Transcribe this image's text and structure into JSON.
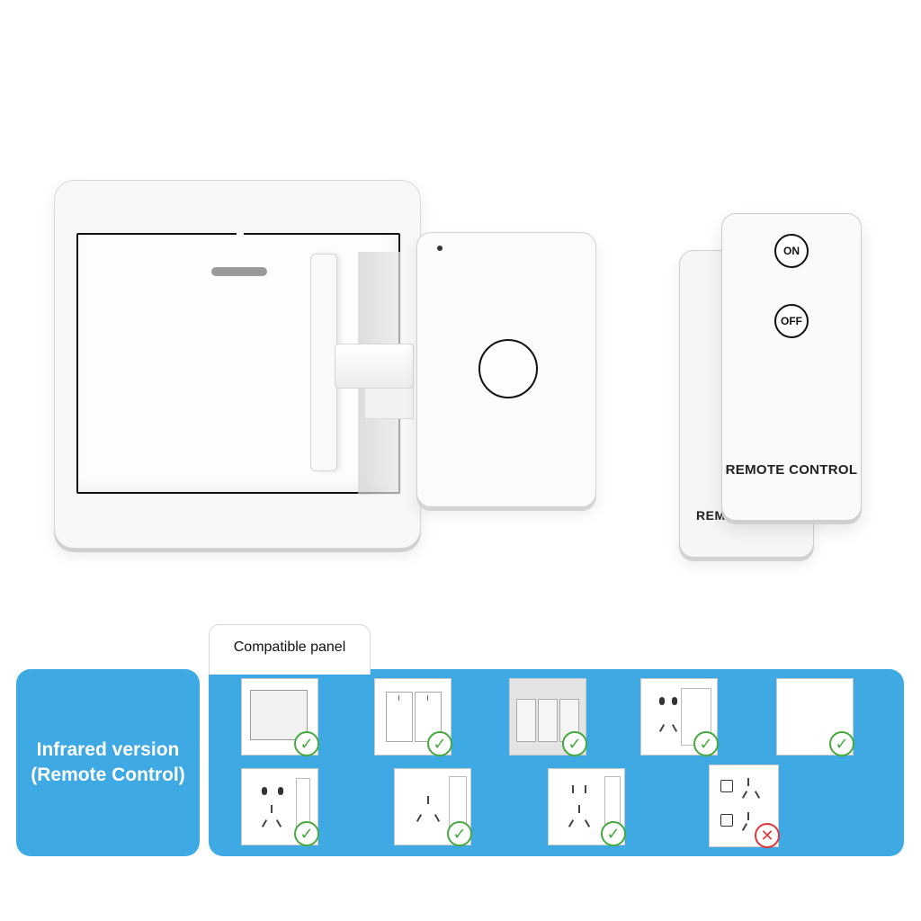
{
  "remote": {
    "on_label": "ON",
    "off_label": "OFF",
    "label": "REMOTE CONTROL",
    "back_label": "REMOTE CONTROL"
  },
  "panel": {
    "version_line1": "Infrared version",
    "version_line2": "(Remote Control)",
    "tab_label": "Compatible panel",
    "tiles": [
      {
        "type": "rocker-single",
        "compatible": true
      },
      {
        "type": "rocker-double",
        "compatible": true
      },
      {
        "type": "rocker-triple",
        "compatible": true
      },
      {
        "type": "socket-switch",
        "compatible": true
      },
      {
        "type": "blank-touch",
        "compatible": true
      },
      {
        "type": "socket-five-hole",
        "compatible": true
      },
      {
        "type": "socket-three-pin",
        "compatible": true
      },
      {
        "type": "socket-combo",
        "compatible": true
      },
      {
        "type": "multi-button-socket",
        "compatible": false
      }
    ]
  },
  "colors": {
    "accent": "#3fa9e3",
    "ok": "#46a93e",
    "bad": "#e0373a"
  }
}
